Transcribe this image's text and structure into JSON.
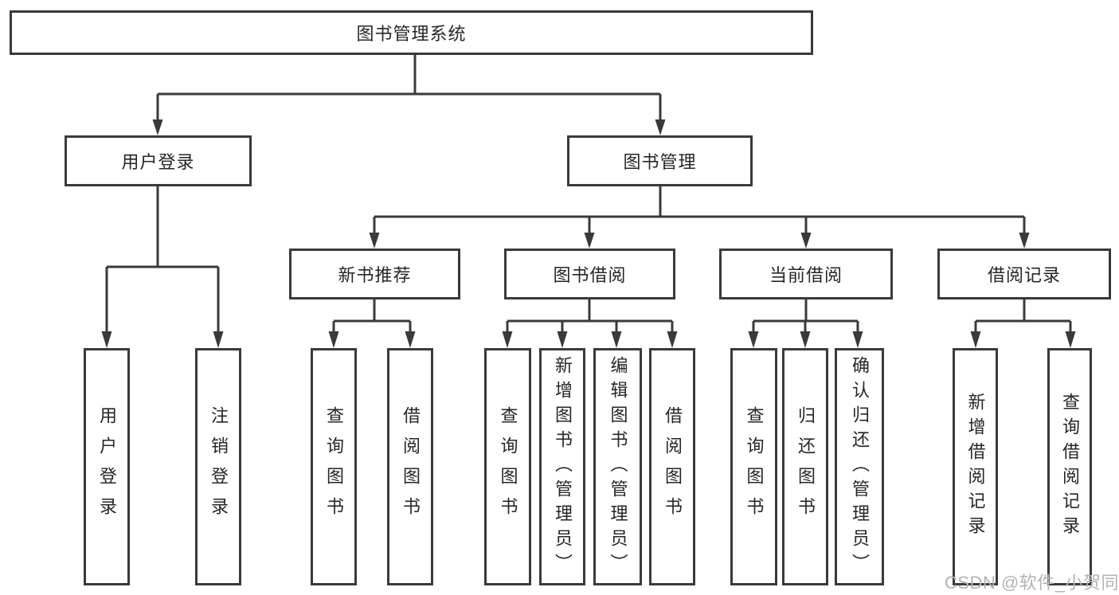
{
  "diagram": {
    "root": {
      "label": "图书管理系统"
    },
    "level1": [
      {
        "label": "用户登录"
      },
      {
        "label": "图书管理"
      }
    ],
    "level2": [
      {
        "label": "新书推荐"
      },
      {
        "label": "图书借阅"
      },
      {
        "label": "当前借阅"
      },
      {
        "label": "借阅记录"
      }
    ],
    "leaves": [
      {
        "label": "用户登录"
      },
      {
        "label": "注销登录"
      },
      {
        "label": "查询图书"
      },
      {
        "label": "借阅图书"
      },
      {
        "label": "查询图书"
      },
      {
        "label": "新增图书（管理员）"
      },
      {
        "label": "编辑图书（管理员）"
      },
      {
        "label": "借阅图书"
      },
      {
        "label": "查询图书"
      },
      {
        "label": "归还图书"
      },
      {
        "label": "确认归还（管理员）"
      },
      {
        "label": "新增借阅记录"
      },
      {
        "label": "查询借阅记录"
      }
    ]
  },
  "watermark": {
    "text": "CSDN @软件_小贺同学"
  },
  "colors": {
    "line": "#3a3a3a",
    "text": "#262626",
    "background": "#ffffff",
    "watermark": "#b3b3b3"
  }
}
